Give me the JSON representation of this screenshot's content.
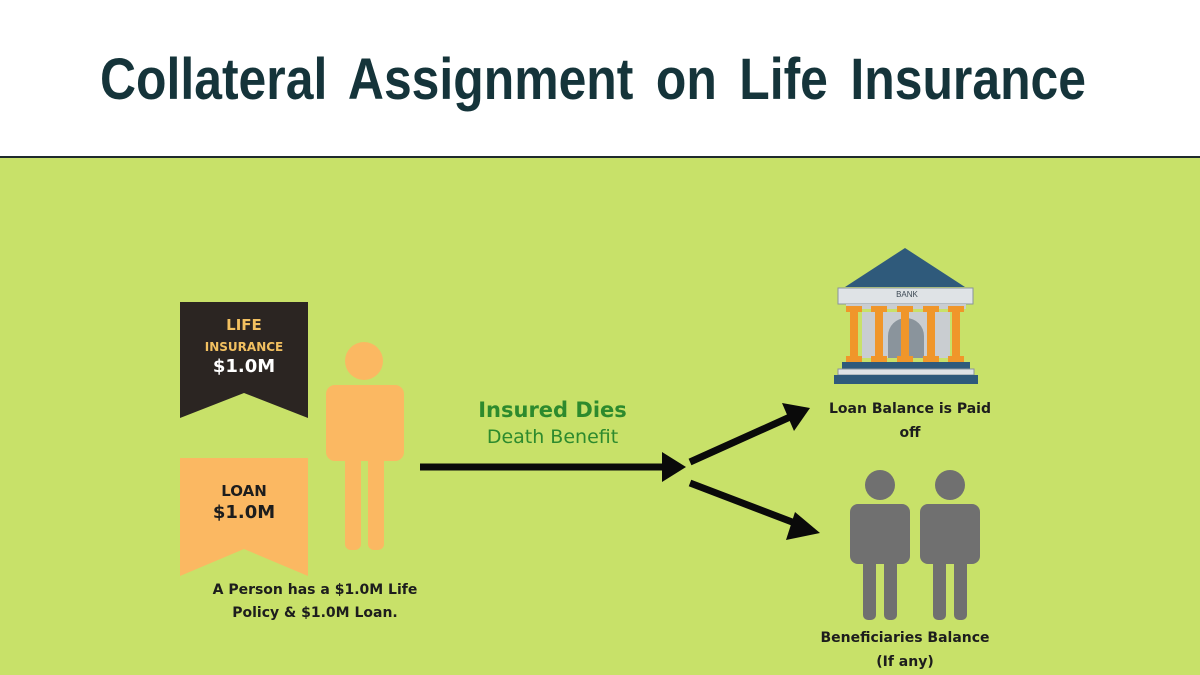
{
  "header": {
    "title": "Collateral Assignment  on Life Insurance"
  },
  "life_insurance_badge": {
    "line1": "LIFE",
    "line2": "INSURANCE",
    "amount": "$1.0M"
  },
  "loan_badge": {
    "line1": "LOAN",
    "amount": "$1.0M"
  },
  "person_caption": "A Person has a $1.0M Life Policy & $1.0M Loan.",
  "arrow_label": {
    "event": "Insured Dies",
    "benefit": "Death Benefit"
  },
  "bank": {
    "sign": "BANK",
    "caption": "Loan Balance is Paid off"
  },
  "beneficiaries": {
    "caption_line1": "Beneficiaries Balance",
    "caption_line2": "(If any)"
  },
  "colors": {
    "title": "#15343a",
    "panel_background": "#c8e169",
    "life_badge": "#2b2522",
    "loan_badge": "#fbb862",
    "person": "#fbb862",
    "beneficiaries": "#707070",
    "arrow_label": "#2d8a2d",
    "bank_roof": "#2f5a7b",
    "bank_columns": "#f0962a"
  },
  "icons": [
    "person-icon",
    "bank-icon",
    "beneficiaries-icon",
    "arrow-right-icon",
    "arrow-up-right-icon",
    "arrow-down-right-icon"
  ]
}
